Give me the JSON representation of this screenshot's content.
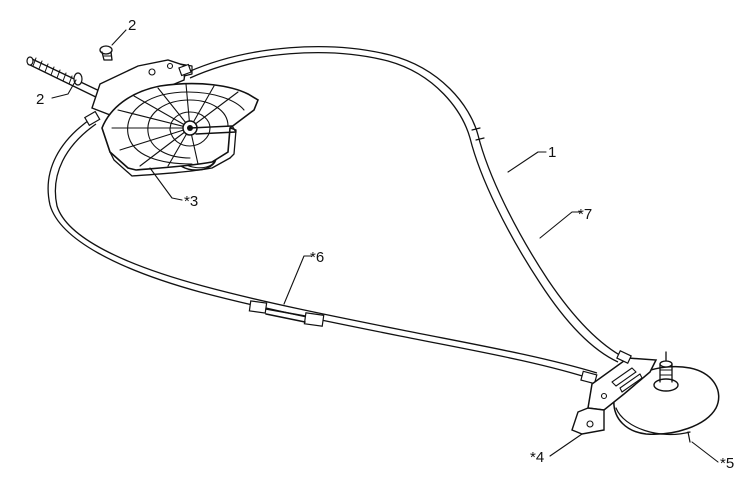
{
  "labels": {
    "cable_main": "1",
    "screw_top": "2",
    "screw_left": "2",
    "sector": "*3",
    "bracket": "*4",
    "drum": "*5",
    "cable_lower": "*6",
    "cable_upper": "*7"
  }
}
